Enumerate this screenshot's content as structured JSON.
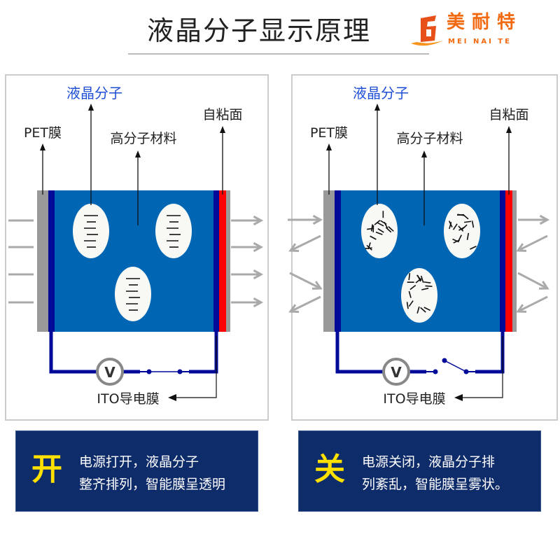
{
  "title": "液晶分子显示原理",
  "logo": {
    "cn": "美耐特",
    "en": "MEI NAI TE"
  },
  "labels": {
    "lc": "液晶分子",
    "pet": "PET膜",
    "polymer": "高分子材料",
    "adhesive": "自粘面",
    "ito": "ITO导电膜",
    "meter": "V"
  },
  "panels": [
    {
      "state": "on",
      "switch_closed": true
    },
    {
      "state": "off",
      "switch_closed": false
    }
  ],
  "boxes": [
    {
      "big": "开",
      "line1": "电源打开，液晶分子",
      "line2": "整齐排列，智能膜呈透明"
    },
    {
      "big": "关",
      "line1": "电源关闭，液晶分子排",
      "line2": "列紊乱，智能膜呈雾状。"
    }
  ],
  "colors": {
    "lc_bg": "#0066b3",
    "electrode": "#000a99",
    "adhesive": "#ff0000",
    "pet": "#999999",
    "label_blue": "#1f4fd6"
  }
}
